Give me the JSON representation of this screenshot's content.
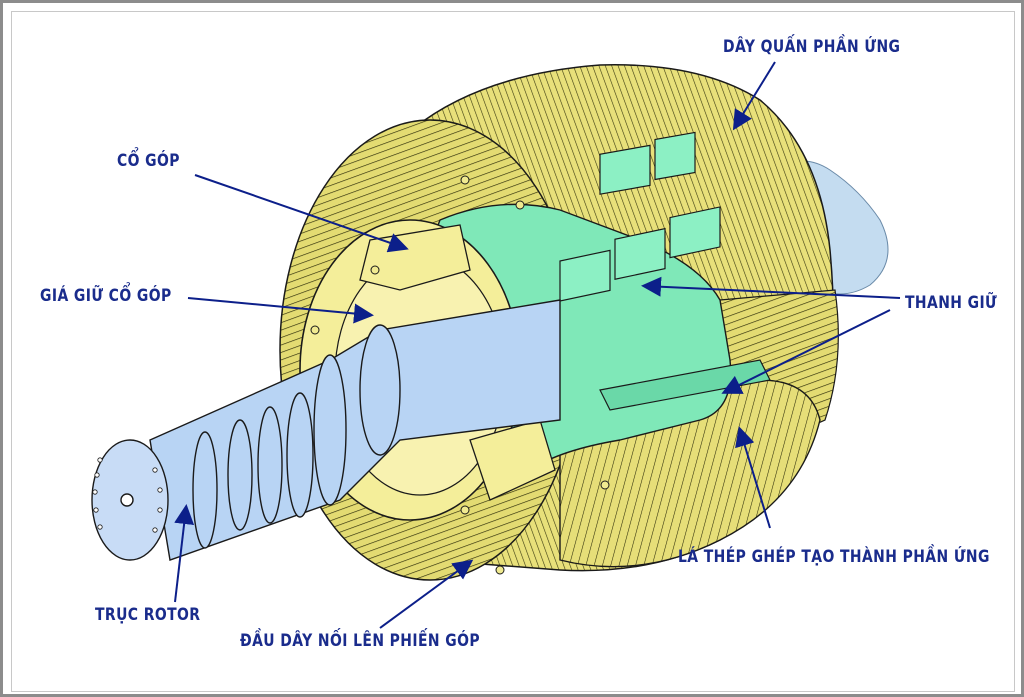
{
  "labels": {
    "armature_winding": "DÂY QUẤN PHẦN ỨNG",
    "commutator": "CỔ GÓP",
    "commutator_holder": "GIÁ GIỮ CỔ GÓP",
    "retaining_bar": "THANH GIỮ",
    "armature_laminations": "LÁ THÉP GHÉP TẠO THÀNH PHẦN ỨNG",
    "rotor_shaft": "TRỤC ROTOR",
    "lead_wire": "ĐẦU DÂY NỐI LÊN PHIẾN GÓP"
  },
  "colors": {
    "label_text": "#1a2c8c",
    "arrow": "#0c1f8a",
    "copper_yellow": "#e8e07a",
    "commutator_yellow": "#f4ee9a",
    "core_green": "#7fe8b8",
    "shaft_blue": "#b8d4f4",
    "outline": "#1a1a1a"
  }
}
